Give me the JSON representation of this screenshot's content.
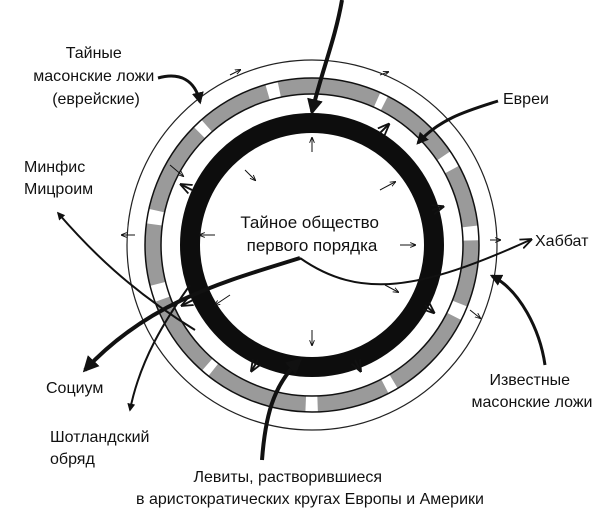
{
  "diagram": {
    "center_label": [
      "Тайное общество",
      "первого порядка"
    ],
    "labels": {
      "secret_lodges": [
        "Тайные",
        "масонские ложи",
        "(еврейские)"
      ],
      "jews": "Евреи",
      "minfis": [
        "Минфис",
        "Мицроим"
      ],
      "habbat": "Хаббат",
      "socium": "Социум",
      "known_lodges": [
        "Известные",
        "масонские ложи"
      ],
      "scottish": [
        "Шотландский",
        "обряд"
      ],
      "levites": [
        "Левиты, растворившиеся",
        "в аристократических кругах Европы и Америки"
      ]
    },
    "colors": {
      "ink": "#111111",
      "band": "#9a9a9a",
      "band_light": "#d0d0d0",
      "background": "#ffffff"
    }
  }
}
